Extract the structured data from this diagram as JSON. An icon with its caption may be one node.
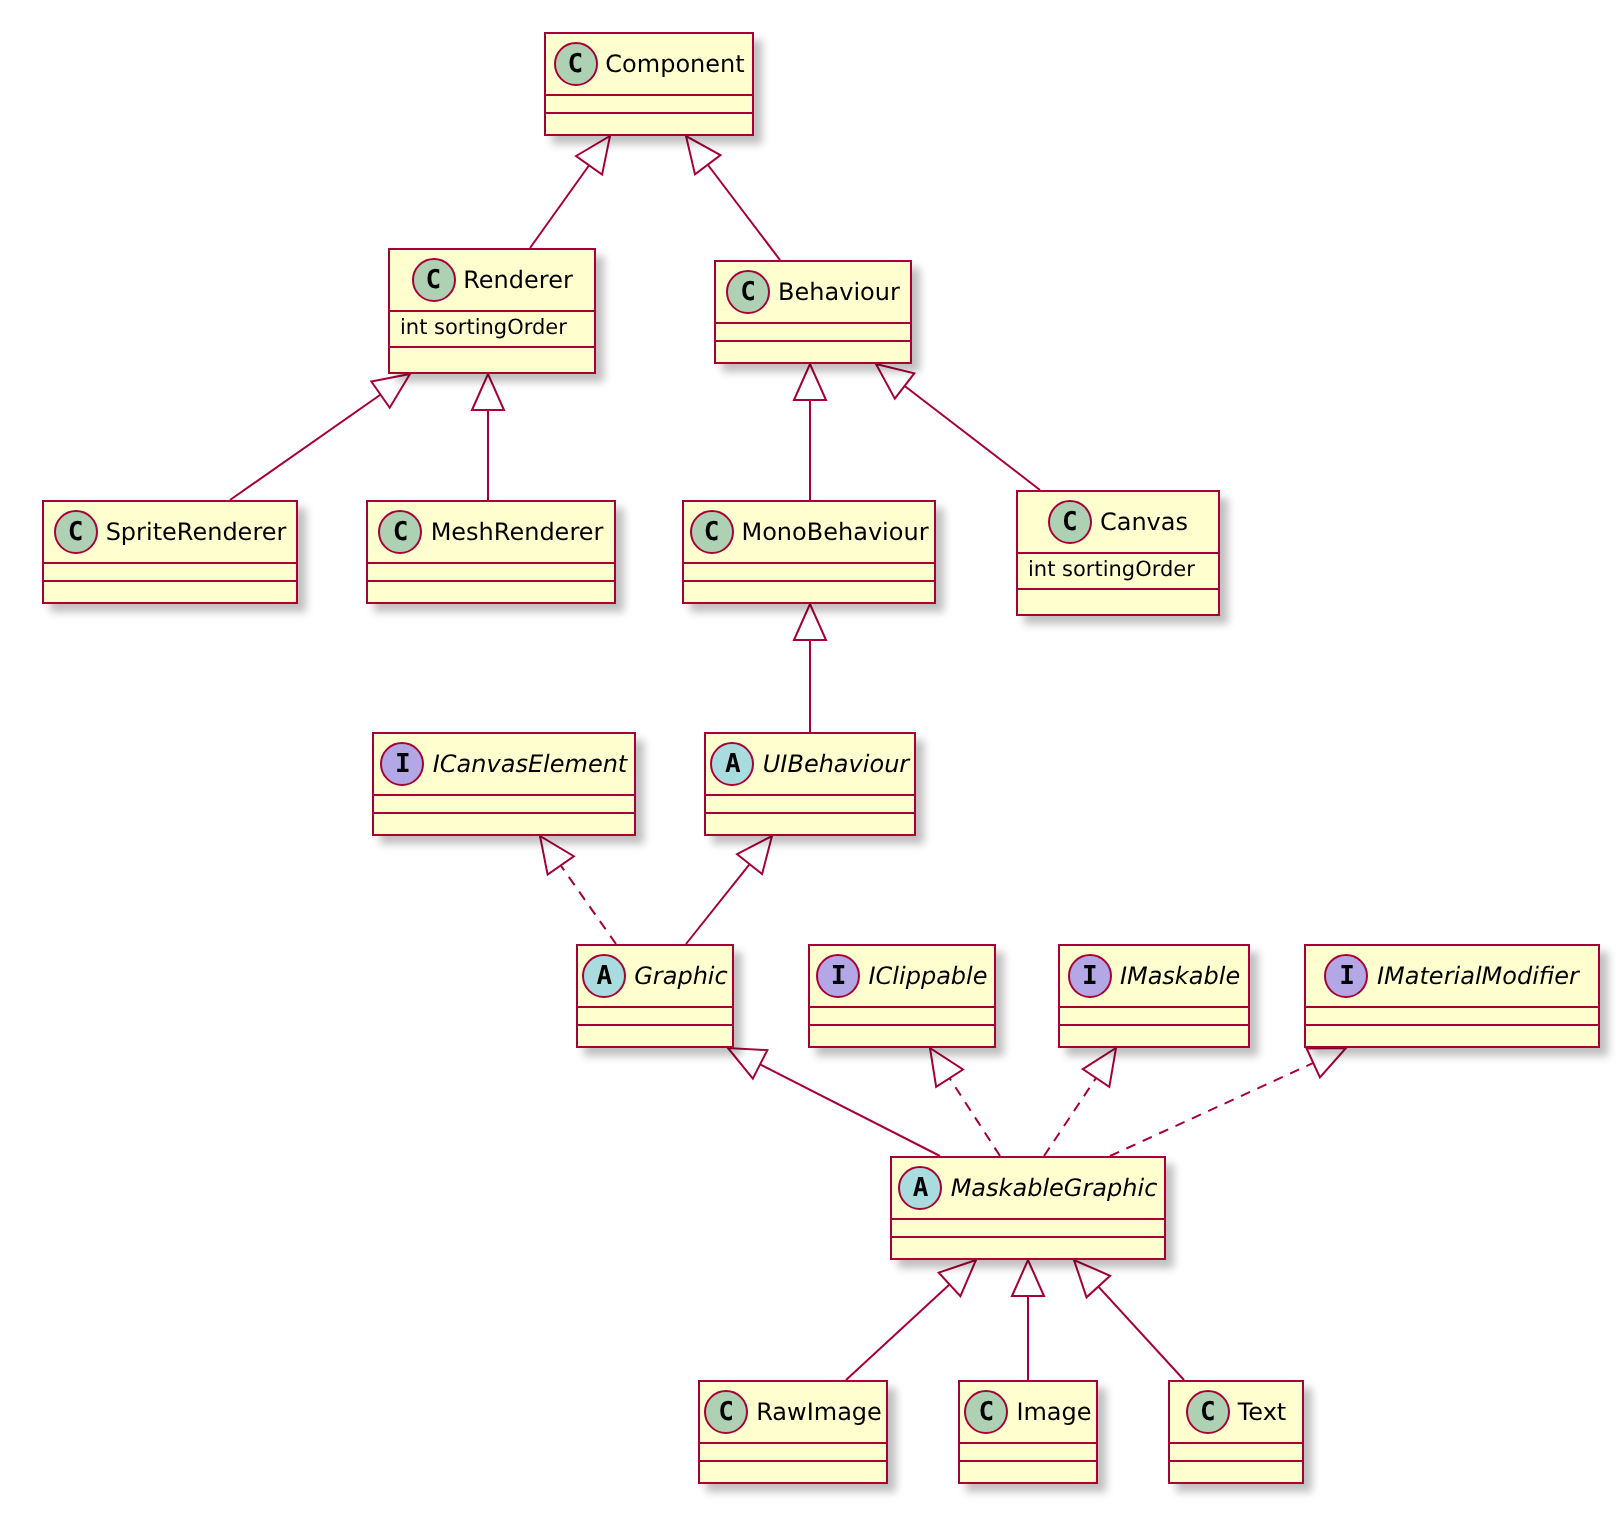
{
  "diagram": {
    "nodes": [
      {
        "text": [
          "C",
          "Component"
        ]
      },
      {
        "text": [
          "C",
          "Renderer",
          "int sortingOrder"
        ]
      },
      {
        "text": [
          "C",
          "Behaviour"
        ]
      },
      {
        "text": [
          "C",
          "SpriteRenderer"
        ]
      },
      {
        "text": [
          "C",
          "MeshRenderer"
        ]
      },
      {
        "text": [
          "C",
          "MonoBehaviour"
        ]
      },
      {
        "text": [
          "C",
          "Canvas",
          "int sortingOrder"
        ]
      },
      {
        "text": [
          "I",
          "ICanvasElement"
        ]
      },
      {
        "text": [
          "A",
          "UIBehaviour"
        ]
      },
      {
        "text": [
          "A",
          "Graphic"
        ]
      },
      {
        "text": [
          "I",
          "IClippable"
        ]
      },
      {
        "text": [
          "I",
          "IMaskable"
        ]
      },
      {
        "text": [
          "I",
          "IMaterialModifier"
        ]
      },
      {
        "text": [
          "A",
          "MaskableGraphic"
        ]
      },
      {
        "text": [
          "C",
          "RawImage"
        ]
      },
      {
        "text": [
          "C",
          "Image"
        ]
      },
      {
        "text": [
          "C",
          "Text"
        ]
      }
    ],
    "edges": [
      {
        "from": 1,
        "to": 0,
        "arrow": "to"
      },
      {
        "from": 2,
        "to": 0,
        "arrow": "to"
      },
      {
        "from": 3,
        "to": 1,
        "arrow": "to"
      },
      {
        "from": 4,
        "to": 1,
        "arrow": "to"
      },
      {
        "from": 5,
        "to": 2,
        "arrow": "to"
      },
      {
        "from": 6,
        "to": 2,
        "arrow": "to"
      },
      {
        "from": 8,
        "to": 5,
        "arrow": "to"
      },
      {
        "from": 9,
        "to": 7,
        "arrow": "to",
        "style": "dashed"
      },
      {
        "from": 9,
        "to": 8,
        "arrow": "to"
      },
      {
        "from": 13,
        "to": 9,
        "arrow": "to"
      },
      {
        "from": 13,
        "to": 10,
        "arrow": "to",
        "style": "dashed"
      },
      {
        "from": 13,
        "to": 11,
        "arrow": "to",
        "style": "dashed"
      },
      {
        "from": 13,
        "to": 12,
        "arrow": "to",
        "style": "dashed"
      },
      {
        "from": 14,
        "to": 13,
        "arrow": "to"
      },
      {
        "from": 15,
        "to": 13,
        "arrow": "to"
      },
      {
        "from": 16,
        "to": 13,
        "arrow": "to"
      }
    ]
  }
}
